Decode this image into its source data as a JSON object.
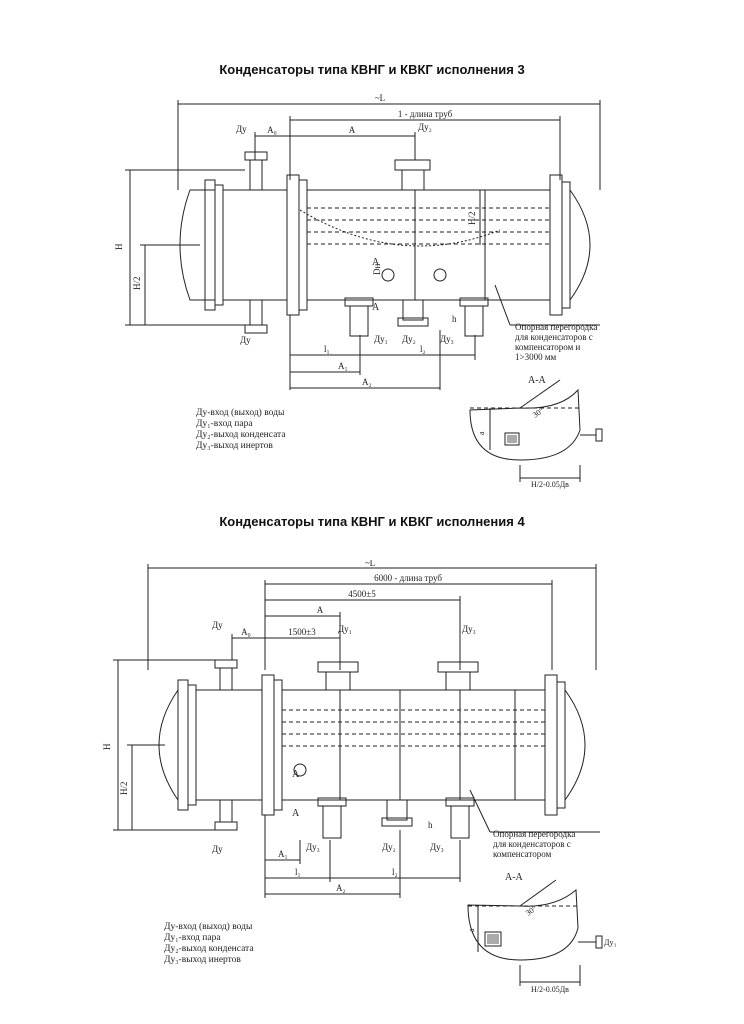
{
  "sections": [
    {
      "title": "Конденсаторы типа КВНГ и КВКГ исполнения 3",
      "dims": {
        "L": "~L",
        "tube": "1 - длина труб",
        "A0": "A₀",
        "A": "A",
        "H": "H",
        "H2": "H/2",
        "H2b": "H/2",
        "Dn": "Dн",
        "A1": "A₁",
        "A2": "A₂",
        "l1": "l₁",
        "l2": "l₂",
        "h": "h",
        "section_mark": "A"
      },
      "nozzles": {
        "du_top": "Ду",
        "du_bottom": "Ду",
        "du1": "Ду₁",
        "du2": "Ду₂",
        "du2_top": "Ду₂",
        "du3": "Ду₃"
      },
      "note": [
        "Опорная перегородка",
        "для конденсаторов с",
        "компенсатором и",
        "1>3000 мм"
      ],
      "section_view": {
        "label": "А-А",
        "angle": "30°",
        "a": "a",
        "dim": "H/2-0.05Дв"
      },
      "legend": [
        "Ду-вход (выход) воды",
        "Ду₁-вход пара",
        "Ду₂-выход конденсата",
        "Ду₃-выход инертов"
      ]
    },
    {
      "title": "Конденсаторы типа КВНГ и КВКГ исполнения 4",
      "dims": {
        "L": "~L",
        "tube": "6000 - длина труб",
        "span": "4500±5",
        "A0": "A₀",
        "A": "A",
        "pitch": "1500±3",
        "H": "H",
        "H2": "H/2",
        "A1": "A₁",
        "A2": "A₂",
        "l1": "l₁",
        "l2": "l₂",
        "h": "h",
        "section_mark": "A"
      },
      "nozzles": {
        "du_top": "Ду",
        "du_bottom": "Ду",
        "du1_top": "Ду₁",
        "du3_top": "Ду₃",
        "du3": "Ду₃",
        "du2": "Ду₂",
        "du3b": "Ду₃"
      },
      "note": [
        "Опорная перегородка",
        "для конденсаторов с",
        "компенсатором"
      ],
      "section_view": {
        "label": "А-А",
        "angle": "30°",
        "a": "a",
        "dim": "H/2-0.05Дв",
        "nozzle": "Ду₃"
      },
      "legend": [
        "Ду-вход (выход) воды",
        "Ду₁-вход пара",
        "Ду₂-выход конденсата",
        "Ду₃-выход инертов"
      ]
    }
  ]
}
